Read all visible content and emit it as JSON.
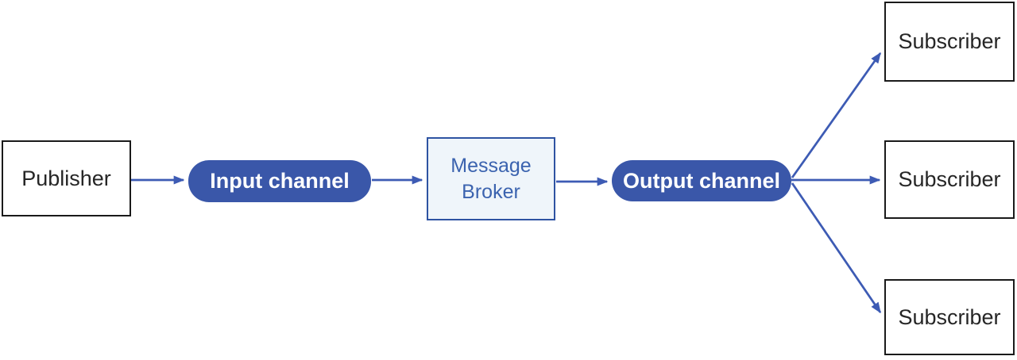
{
  "colors": {
    "channel_fill": "#3A57A9",
    "channel_text": "#FFFFFF",
    "arrow": "#3D5BB4",
    "broker_fill": "#EFF5FA",
    "broker_border": "#2E53A2",
    "broker_text": "#3B63AF",
    "box_border": "#1A1A1A",
    "box_text": "#262626"
  },
  "nodes": {
    "publisher": {
      "label": "Publisher"
    },
    "input_channel": {
      "label": "Input channel"
    },
    "message_broker": {
      "label": "Message Broker"
    },
    "output_channel": {
      "label": "Output channel"
    },
    "subscribers": [
      {
        "label": "Subscriber"
      },
      {
        "label": "Subscriber"
      },
      {
        "label": "Subscriber"
      }
    ]
  }
}
